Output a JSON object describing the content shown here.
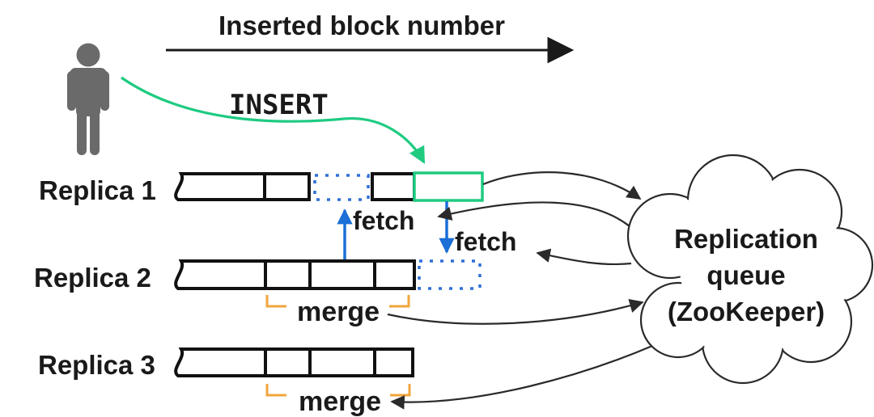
{
  "diagram_title": "Inserted block number",
  "actions": {
    "insert": "INSERT",
    "fetch": "fetch",
    "merge": "merge"
  },
  "replicas": [
    {
      "label": "Replica 1"
    },
    {
      "label": "Replica 2"
    },
    {
      "label": "Replica 3"
    }
  ],
  "cloud": {
    "line1": "Replication",
    "line2": "queue",
    "line3": "(ZooKeeper)"
  },
  "icons": {
    "person": "person-icon",
    "cloud": "cloud-shape"
  },
  "colors": {
    "insert_green": "#1ecb81",
    "fetch_blue": "#1e86dc",
    "merge_orange": "#f0911c",
    "replica2_orange": "#f0911c",
    "line_black": "#1a1a1a",
    "person_gray": "#6a6a6a",
    "dotted_blue": "#2e6fd6"
  }
}
